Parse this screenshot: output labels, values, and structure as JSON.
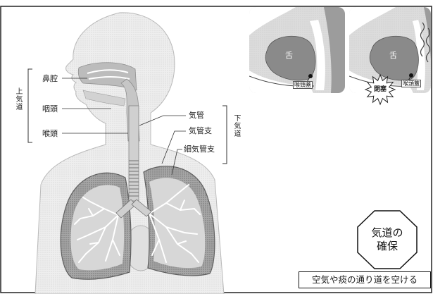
{
  "upper_airway": {
    "bracket_label": "上気道",
    "nasal_cavity": "鼻腔",
    "pharynx": "咽頭",
    "larynx": "喉頭"
  },
  "lower_airway": {
    "bracket_label": "下気道",
    "trachea": "気管",
    "bronchi": "気管支",
    "bronchioles": "細気管支"
  },
  "inset_normal": {
    "tongue": "舌",
    "label": "喉頭蓋"
  },
  "inset_obstructed": {
    "tongue": "舌",
    "obstruction": "閉塞",
    "label": "喉頭蓋"
  },
  "callout": {
    "line1": "気道の",
    "line2": "確保"
  },
  "caption": "空気や痰の通り道を空ける"
}
